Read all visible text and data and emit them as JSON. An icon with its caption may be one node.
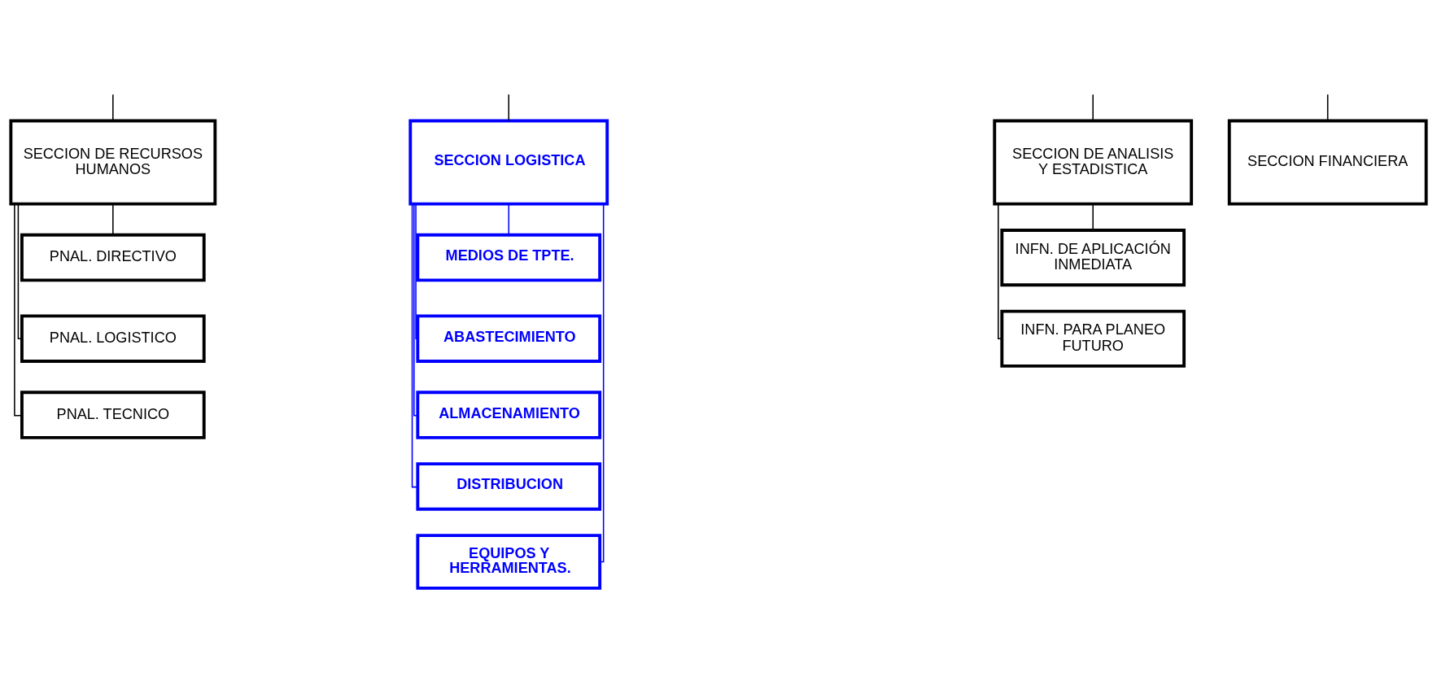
{
  "diagram": {
    "nodes": [
      {
        "text": [
          "SECCION DE RECURSOS HUMANOS"
        ]
      },
      {
        "text": [
          "SECCION LOGISTICA"
        ]
      },
      {
        "text": [
          "SECCION DE ANALISIS Y ESTADISTICA"
        ]
      },
      {
        "text": [
          "SECCION FINANCIERA"
        ]
      },
      {
        "text": [
          "PNAL. DIRECTIVO"
        ]
      },
      {
        "text": [
          "PNAL. LOGISTICO"
        ]
      },
      {
        "text": [
          "PNAL. TECNICO"
        ]
      },
      {
        "text": [
          "MEDIOS DE TPTE."
        ]
      },
      {
        "text": [
          "ABASTECIMIENTO"
        ]
      },
      {
        "text": [
          "ALMACENAMIENTO"
        ]
      },
      {
        "text": [
          "DISTRIBUCION"
        ]
      },
      {
        "text": [
          "EQUIPOS Y HERRAMIENTAS."
        ]
      },
      {
        "text": [
          "INFN. DE APLICACIÓN INMEDIATA"
        ]
      },
      {
        "text": [
          "INFN. PARA PLANEO FUTURO"
        ]
      }
    ],
    "edges": [
      {
        "from": null,
        "to": 0,
        "arrow": "none"
      },
      {
        "from": null,
        "to": 1,
        "arrow": "none"
      },
      {
        "from": null,
        "to": 2,
        "arrow": "none"
      },
      {
        "from": null,
        "to": 3,
        "arrow": "none"
      },
      {
        "from": 0,
        "to": 4,
        "arrow": "none"
      },
      {
        "from": 0,
        "to": 5,
        "arrow": "none"
      },
      {
        "from": 0,
        "to": 6,
        "arrow": "none"
      },
      {
        "from": 1,
        "to": 7,
        "arrow": "none",
        "color": "#0000ff"
      },
      {
        "from": 1,
        "to": 8,
        "arrow": "none",
        "color": "#0000ff"
      },
      {
        "from": 1,
        "to": 9,
        "arrow": "none",
        "color": "#0000ff"
      },
      {
        "from": 1,
        "to": 10,
        "arrow": "none",
        "color": "#0000ff"
      },
      {
        "from": 1,
        "to": 11,
        "arrow": "none",
        "color": "#0000ff"
      },
      {
        "from": 2,
        "to": 12,
        "arrow": "none"
      },
      {
        "from": 2,
        "to": 13,
        "arrow": "none"
      }
    ]
  }
}
